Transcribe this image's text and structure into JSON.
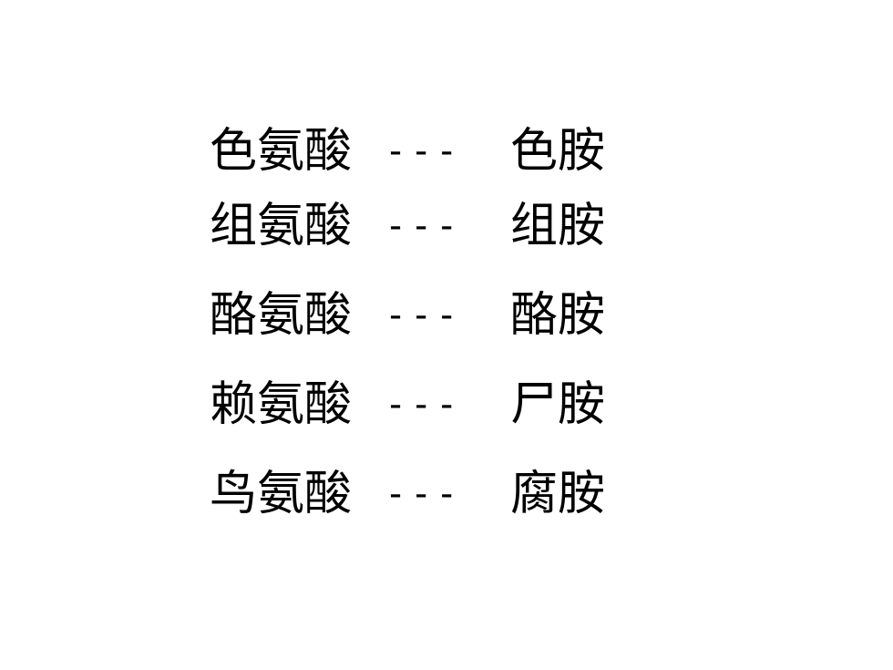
{
  "pairs": [
    {
      "amino_acid": "色氨酸",
      "separator": "---",
      "amine": "色胺"
    },
    {
      "amino_acid": "组氨酸",
      "separator": "---",
      "amine": "组胺"
    },
    {
      "amino_acid": "酪氨酸",
      "separator": "---",
      "amine": "酪胺"
    },
    {
      "amino_acid": "赖氨酸",
      "separator": "---",
      "amine": "尸胺"
    },
    {
      "amino_acid": "鸟氨酸",
      "separator": "---",
      "amine": "腐胺"
    }
  ],
  "colors": {
    "background": "#ffffff",
    "text": "#000000"
  }
}
